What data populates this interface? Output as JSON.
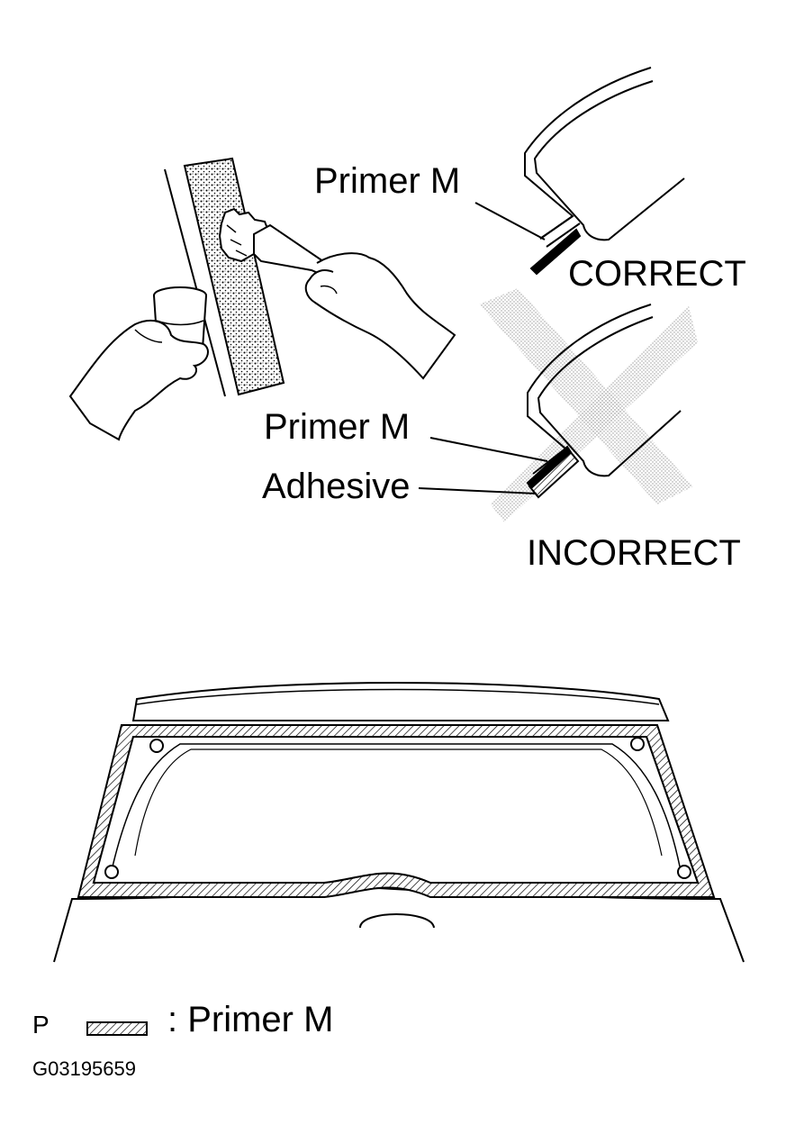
{
  "top_figure": {
    "primer_label": "Primer M",
    "correct_label": "CORRECT",
    "incorrect_primer_label": "Primer M",
    "adhesive_label": "Adhesive",
    "incorrect_label": "INCORRECT"
  },
  "legend": {
    "symbol_letter": "P",
    "text": ": Primer M"
  },
  "figure_code": "G03195659"
}
